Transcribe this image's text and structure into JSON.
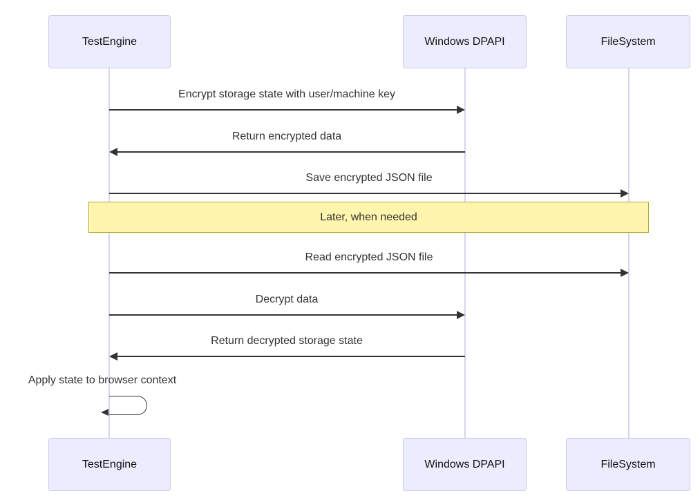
{
  "diagram": {
    "type": "sequence",
    "actors": [
      {
        "id": "testengine",
        "label": "TestEngine"
      },
      {
        "id": "dpapi",
        "label": "Windows DPAPI"
      },
      {
        "id": "filesystem",
        "label": "FileSystem"
      }
    ],
    "messages": [
      {
        "from": "TestEngine",
        "to": "Windows DPAPI",
        "label": "Encrypt storage state with user/machine key",
        "line": "solid",
        "direction": "right"
      },
      {
        "from": "Windows DPAPI",
        "to": "TestEngine",
        "label": "Return encrypted data",
        "line": "solid",
        "direction": "left"
      },
      {
        "from": "TestEngine",
        "to": "FileSystem",
        "label": "Save encrypted JSON file",
        "line": "solid",
        "direction": "right"
      },
      {
        "from": "TestEngine",
        "to": "FileSystem",
        "label": "Read encrypted JSON file",
        "line": "solid",
        "direction": "right"
      },
      {
        "from": "TestEngine",
        "to": "Windows DPAPI",
        "label": "Decrypt data",
        "line": "solid",
        "direction": "right"
      },
      {
        "from": "Windows DPAPI",
        "to": "TestEngine",
        "label": "Return decrypted storage state",
        "line": "solid",
        "direction": "left"
      },
      {
        "from": "TestEngine",
        "to": "TestEngine",
        "label": "Apply state to browser context",
        "line": "solid",
        "direction": "self"
      }
    ],
    "note": {
      "label": "Later, when needed",
      "placement": "over all participants",
      "after_message_index": 2
    },
    "colors": {
      "actor_fill": "#ECECFF",
      "actor_border": "#CDC8E6",
      "lifeline": "#D9D4EC",
      "message_line": "#333333",
      "message_text": "#333333",
      "note_fill": "#FFF5AD",
      "note_border": "#AAAA33",
      "background": "#FFFFFF"
    }
  }
}
